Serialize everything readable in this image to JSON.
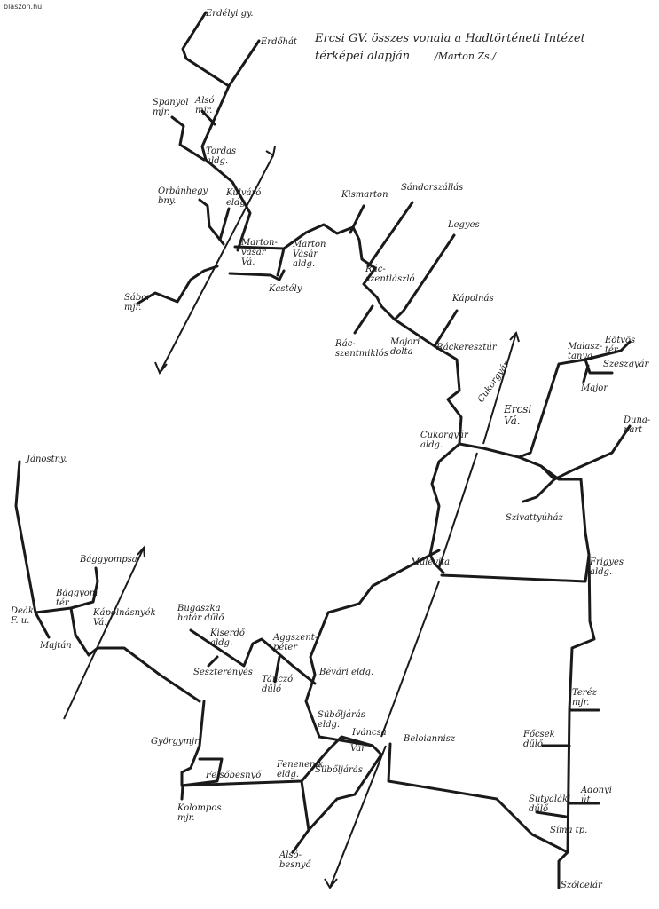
{
  "title_line1": "Ercsi GV. összes vonala a Hadtörténeti Intézet",
  "title_line2": "térképei alapján",
  "author": "/Marton Zs./",
  "watermark": "blaszon.hu",
  "stations": {
    "erdelyi": "Erdélyi gy.",
    "erdohat": "Erdőhát",
    "spanyol": "Spanyol mjr.",
    "also": "Alsó mjr.",
    "tordas": "Tordas aldg.",
    "orbanhegy": "Orbánhegy bny.",
    "kulvaro": "Külváró eldg.",
    "martonvasar": "Marton-vásár Vá.",
    "marton_vasar_aldg": "Marton Vásár aldg.",
    "kastely": "Kastély",
    "sabor": "Sábor mjr.",
    "kismarton": "Kismarton",
    "sandorszallas": "Sándorszállás",
    "racszentlaszlo": "Rác-szentlászló",
    "legyes": "Legyes",
    "kapolnas": "Kápolnás",
    "racszentmiklos": "Rác-szentmiklós",
    "majori_dolta": "Majori dolta",
    "rackeresztur": "Ráckeresztúr",
    "cukorgyar": "Cukorgyár",
    "ercsi": "Ercsi Vá.",
    "cukorgyar_aldg": "Cukorgyár aldg.",
    "eotvos": "Eötvös tér",
    "malasz": "Malasz-tanya",
    "szeszgyar": "Szeszgyár",
    "major": "Major",
    "dunapart": "Duna-part",
    "szivattyuhaz": "Szivattyúház",
    "malevita": "Malevita",
    "frigyes": "Frigyes aldg.",
    "janostanya": "Jánostny.",
    "baggyompsa": "Bággyompsa",
    "baggyom_ter": "Bággyom tér",
    "deak": "Deák F. u.",
    "majtan": "Majtán",
    "kapolnasnyek": "Kápolnásnyék Vá.",
    "bugaszka": "Bugaszka határ dűlő",
    "kiserdo": "Kiserdő aldg.",
    "aggszentpeter": "Aggszent-péter",
    "szeszter": "Seszterényés",
    "tancza": "Tánczó dűlő",
    "bevari": "Bévári eldg.",
    "suboljaras_aldg": "Sübőljárás eldg.",
    "ivancsa": "Iváncsa",
    "var": "Vár",
    "beloiannisz": "Beloiannisz",
    "suboljaras": "Sübőljárás",
    "feneneuk": "Fenenenik eldg.",
    "gyorgymajor": "Györgymjr.",
    "felsobesnyo": "Felsőbesnyő",
    "kolompos": "Kolompos mjr.",
    "alsobesnyo": "Alsó-besnyő",
    "teresz": "Teréz mjr.",
    "focsek": "Főcsek dűlő",
    "sutyalaki": "Sutyaláki dűlő",
    "adonyi": "Adonyi út",
    "simatp": "Síma tp.",
    "szolcelar": "Szőlcelár"
  }
}
